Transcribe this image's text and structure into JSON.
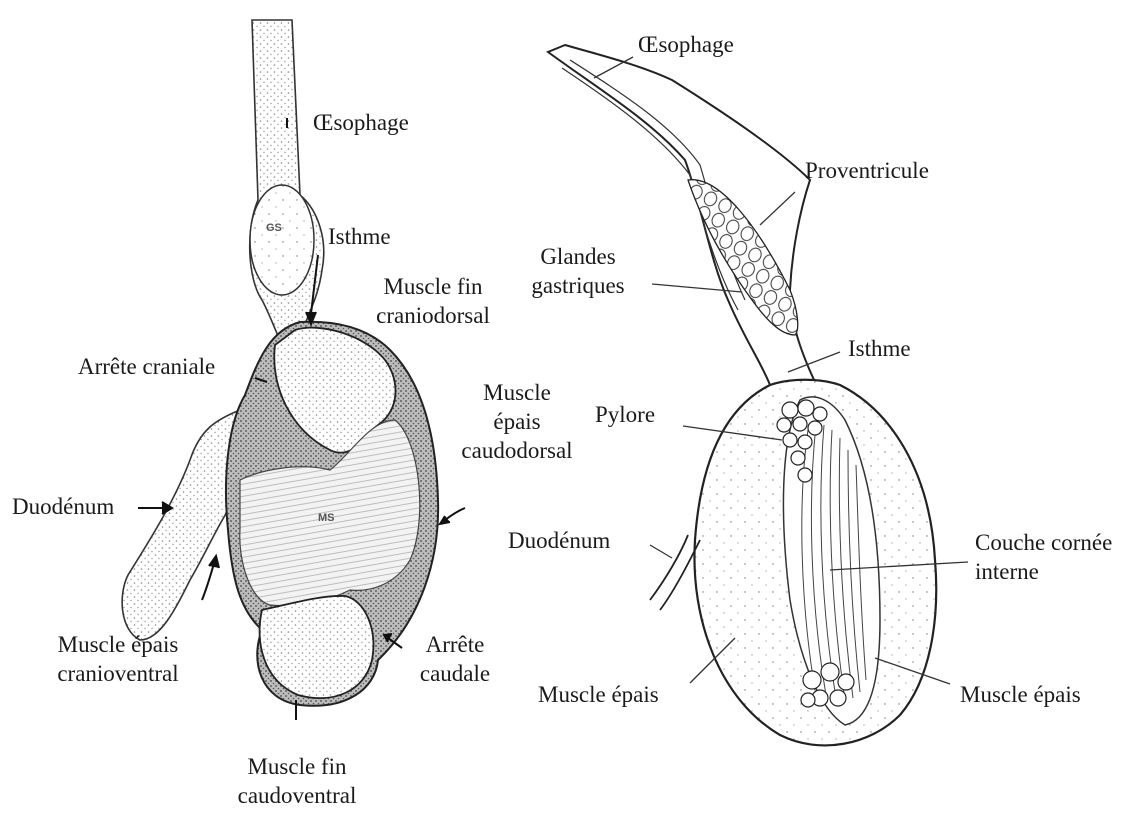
{
  "left_figure": {
    "labels": {
      "oesophage": "Œsophage",
      "gs": "GS",
      "isthme": "Isthme",
      "muscle_fin_craniodorsal": [
        "Muscle fin",
        "craniodorsal"
      ],
      "arrete_craniale": "Arrête craniale",
      "muscle_epais_caudodorsal": [
        "Muscle",
        "épais",
        "caudodorsal"
      ],
      "duodenum": "Duodénum",
      "ms": "MS",
      "muscle_epais_cranioventral": [
        "Muscle épais",
        "cranioventral"
      ],
      "arrete_caudale": [
        "Arrête",
        "caudale"
      ],
      "muscle_fin_caudoventral": [
        "Muscle fin",
        "caudoventral"
      ]
    }
  },
  "right_figure": {
    "labels": {
      "oesophage": "Œsophage",
      "proventricule": "Proventricule",
      "glandes_gastriques": [
        "Glandes",
        "gastriques"
      ],
      "isthme": "Isthme",
      "pylore": "Pylore",
      "duodenum": "Duodénum",
      "couche_cornee_interne": [
        "Couche cornée",
        "interne"
      ],
      "muscle_epais_left": "Muscle épais",
      "muscle_epais_right": "Muscle épais"
    }
  },
  "colors": {
    "ink": "#1a1a1a",
    "shade": "#6b6b6b",
    "light_shade": "#cfcfcf",
    "background": "#ffffff"
  }
}
